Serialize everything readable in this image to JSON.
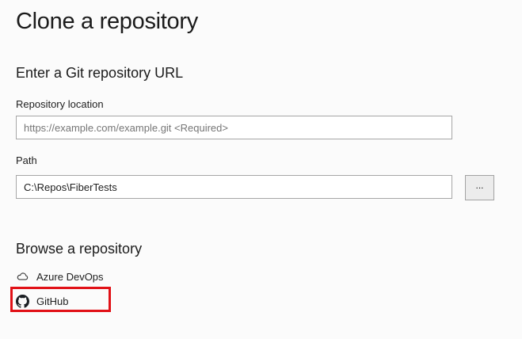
{
  "window": {
    "background": "#fbfbfb"
  },
  "header": {
    "title": "Clone a repository"
  },
  "url_section": {
    "heading": "Enter a Git repository URL",
    "repository_location": {
      "label": "Repository location",
      "placeholder": "https://example.com/example.git <Required>"
    },
    "path": {
      "label": "Path",
      "value": "C:\\Repos\\FiberTests"
    },
    "browse_button_label": "..."
  },
  "browse_section": {
    "heading": "Browse a repository",
    "items": [
      {
        "label": "Azure DevOps",
        "icon": "cloud-icon"
      },
      {
        "label": "GitHub",
        "icon": "github-icon",
        "highlighted": true
      }
    ]
  },
  "annotation": {
    "type": "highlight-box",
    "target": "GitHub",
    "color": "#e11117"
  },
  "colors": {
    "text": "#1e1e1e",
    "placeholder": "#767676",
    "input_border": "#a6a6a6",
    "input_bg": "#ffffff",
    "button_bg": "#ececec",
    "button_border": "#a2a2a2",
    "highlight_red": "#e11117"
  }
}
